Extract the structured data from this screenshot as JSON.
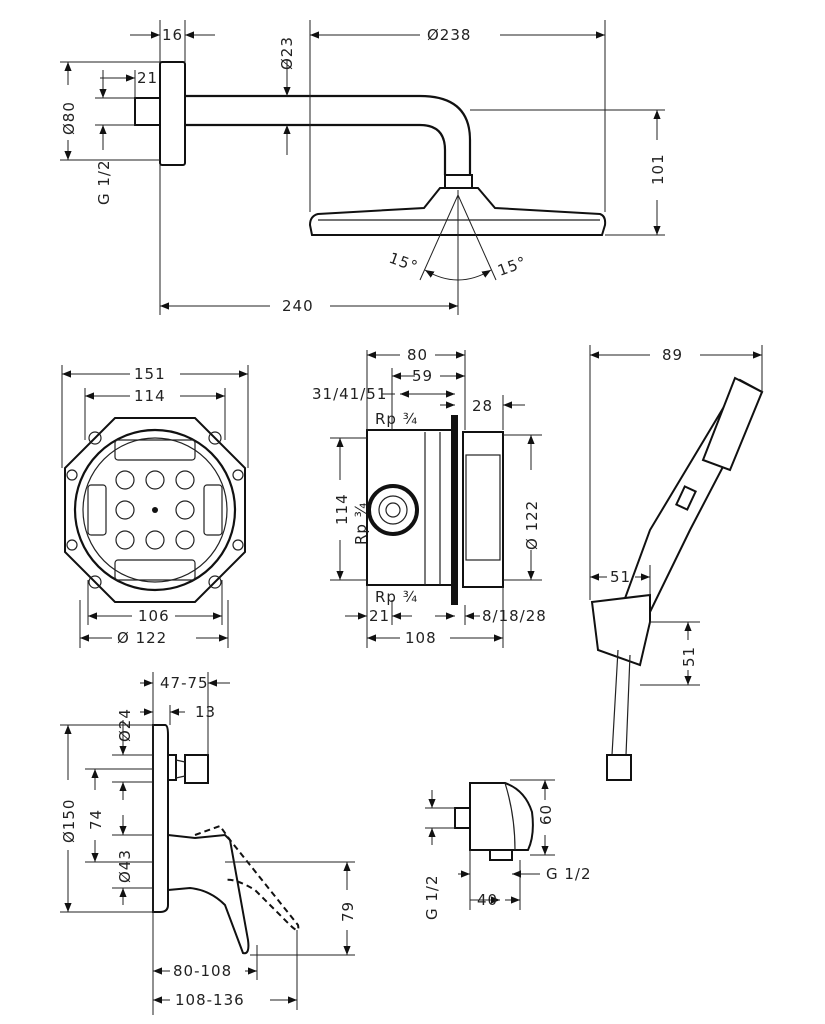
{
  "shower_head_set": {
    "flange_depth": "16",
    "arm_diameter": "Ø23",
    "head_diameter": "Ø238",
    "inlet_length": "21",
    "flange_diameter": "Ø80",
    "thread": "G 1/2",
    "height": "101",
    "angle_left": "15°",
    "angle_right": "15°",
    "projection": "240"
  },
  "mounting_box_front": {
    "outer_width": "151",
    "inner_width": "114",
    "lower_width": "106",
    "diameter": "Ø 122"
  },
  "mounting_box_side": {
    "depth_total": "80",
    "depth_inner": "59",
    "depth_options": "31/41/51",
    "rear_depth": "28",
    "port_top": "Rp ¾",
    "port_middle": "Rp ¾",
    "port_bottom": "Rp ¾",
    "height": "114",
    "diameter": "Ø 122",
    "port_offset": "21",
    "length": "108",
    "plate_options": "8/18/28"
  },
  "hand_shower": {
    "width": "89",
    "holder_depth": "51",
    "holder_height": "51"
  },
  "mixer": {
    "depth_range": "47-75",
    "outlet_diameter": "Ø24",
    "outlet_depth": "13",
    "plate_diameter": "Ø150",
    "center_distance": "74",
    "handle_diameter": "Ø43",
    "handle_drop": "79",
    "handle_reach": "80-108",
    "handle_reach_open": "108-136"
  },
  "wall_outlet": {
    "height": "60",
    "thread_inlet": "G 1/2",
    "width": "40",
    "thread_outlet": "G 1/2"
  }
}
